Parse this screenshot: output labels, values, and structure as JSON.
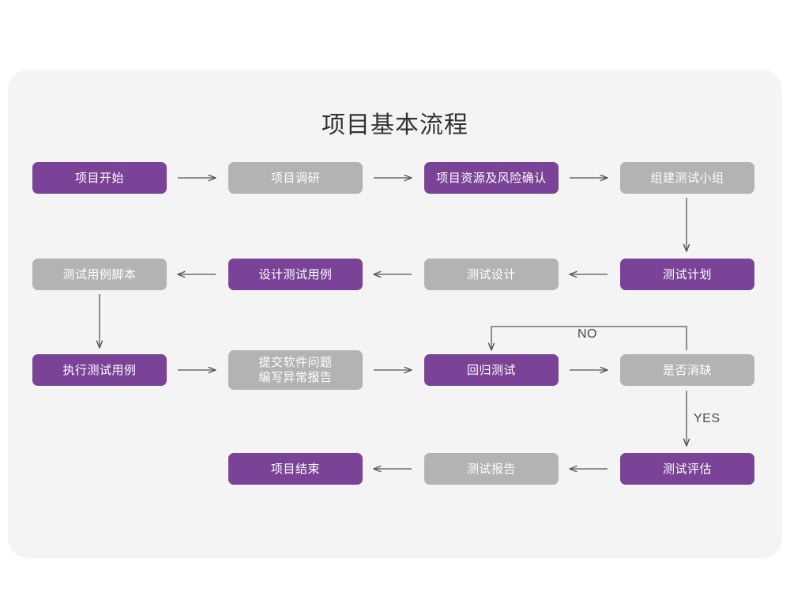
{
  "page": {
    "title": "项目基本流程",
    "panel_bg": "#f4f4f4",
    "canvas_bg": "#ffffff"
  },
  "colors": {
    "purple": "#7a4398",
    "gray": "#b3b3b3",
    "arrow": "#555555",
    "title_text": "#333333",
    "node_text": "#ffffff",
    "branch_text": "#4a4a4a"
  },
  "flow": {
    "rows": [
      {
        "id": "row-1",
        "nodes": [
          {
            "id": "n1",
            "label": "项目开始",
            "label2": "",
            "style": "purple"
          },
          {
            "id": "n2",
            "label": "项目调研",
            "label2": "",
            "style": "gray"
          },
          {
            "id": "n3",
            "label": "项目资源及风险确认",
            "label2": "",
            "style": "purple"
          },
          {
            "id": "n4",
            "label": "组建测试小组",
            "label2": "",
            "style": "gray"
          }
        ]
      },
      {
        "id": "row-2",
        "nodes": [
          {
            "id": "n8",
            "label": "测试用例脚本",
            "label2": "",
            "style": "gray"
          },
          {
            "id": "n7",
            "label": "设计测试用例",
            "label2": "",
            "style": "purple"
          },
          {
            "id": "n6",
            "label": "测试设计",
            "label2": "",
            "style": "gray"
          },
          {
            "id": "n5",
            "label": "测试计划",
            "label2": "",
            "style": "purple"
          }
        ]
      },
      {
        "id": "row-3",
        "nodes": [
          {
            "id": "n9",
            "label": "执行测试用例",
            "label2": "",
            "style": "purple"
          },
          {
            "id": "n10",
            "label": "提交软件问题",
            "label2": "编写异常报告",
            "style": "gray"
          },
          {
            "id": "n11",
            "label": "回归测试",
            "label2": "",
            "style": "purple"
          },
          {
            "id": "n12",
            "label": "是否消缺",
            "label2": "",
            "style": "gray"
          }
        ]
      },
      {
        "id": "row-4",
        "nodes": [
          {
            "id": "n15",
            "label": "项目结束",
            "label2": "",
            "style": "purple"
          },
          {
            "id": "n14",
            "label": "测试报告",
            "label2": "",
            "style": "gray"
          },
          {
            "id": "n13",
            "label": "测试评估",
            "label2": "",
            "style": "purple"
          }
        ]
      }
    ],
    "branch_labels": [
      {
        "id": "no",
        "text": "NO"
      },
      {
        "id": "yes",
        "text": "YES"
      }
    ],
    "connectors": [
      {
        "id": "c1",
        "from": "n1",
        "to": "n2",
        "kind": "arrow-right"
      },
      {
        "id": "c2",
        "from": "n2",
        "to": "n3",
        "kind": "arrow-right"
      },
      {
        "id": "c3",
        "from": "n3",
        "to": "n4",
        "kind": "arrow-right"
      },
      {
        "id": "c4",
        "from": "n4",
        "to": "n5",
        "kind": "arrow-down"
      },
      {
        "id": "c5",
        "from": "n5",
        "to": "n6",
        "kind": "arrow-left"
      },
      {
        "id": "c6",
        "from": "n6",
        "to": "n7",
        "kind": "arrow-left"
      },
      {
        "id": "c7",
        "from": "n7",
        "to": "n8",
        "kind": "arrow-left"
      },
      {
        "id": "c8",
        "from": "n8",
        "to": "n9",
        "kind": "arrow-down"
      },
      {
        "id": "c9",
        "from": "n9",
        "to": "n10",
        "kind": "arrow-right"
      },
      {
        "id": "c10",
        "from": "n10",
        "to": "n11",
        "kind": "arrow-right"
      },
      {
        "id": "c11",
        "from": "n11",
        "to": "n12",
        "kind": "arrow-right"
      },
      {
        "id": "c12",
        "from": "n12",
        "to": "n11",
        "kind": "elbow-up-left-down",
        "label": "NO"
      },
      {
        "id": "c13",
        "from": "n12",
        "to": "n13",
        "kind": "arrow-down",
        "label": "YES"
      },
      {
        "id": "c14",
        "from": "n13",
        "to": "n14",
        "kind": "arrow-left"
      },
      {
        "id": "c15",
        "from": "n14",
        "to": "n15",
        "kind": "arrow-left"
      }
    ]
  }
}
